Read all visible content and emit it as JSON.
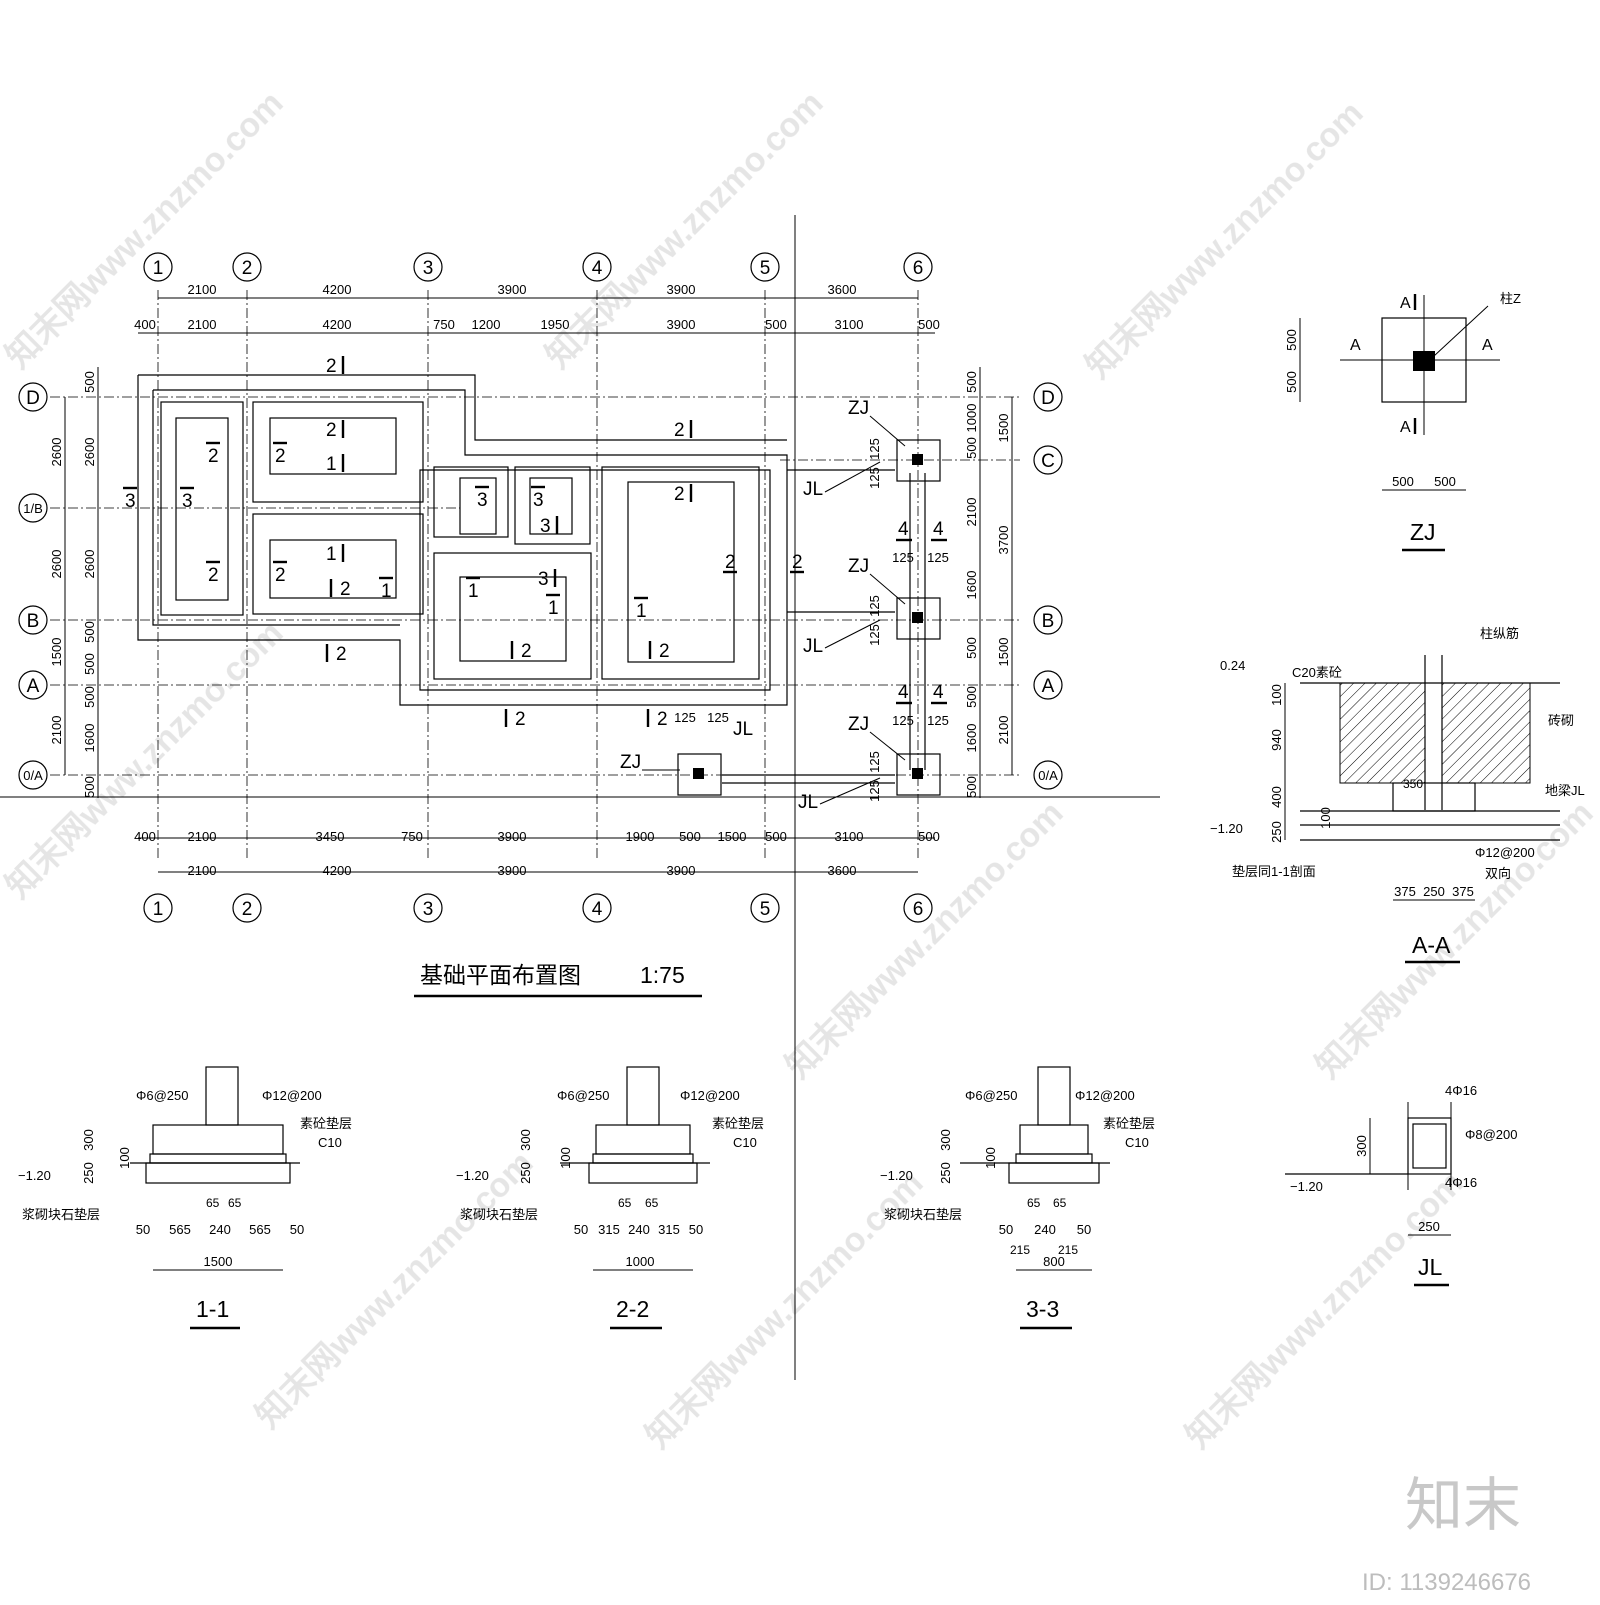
{
  "plan": {
    "title": "基础平面布置图",
    "scale": "1:75",
    "axes_x": [
      "1",
      "2",
      "3",
      "4",
      "5",
      "6"
    ],
    "axes_y": [
      "D",
      "C",
      "1/B",
      "B",
      "A",
      "0/A"
    ],
    "dims_top_outer": [
      "2100",
      "4200",
      "3900",
      "3900",
      "3600"
    ],
    "dims_top_inner": [
      "400",
      "2100",
      "4200",
      "750",
      "1200",
      "1950",
      "3900",
      "500",
      "3100",
      "500"
    ],
    "dims_bottom_inner": [
      "400",
      "2100",
      "3450",
      "750",
      "3900",
      "1900",
      "500",
      "1500",
      "500",
      "3100",
      "500"
    ],
    "dims_bottom_outer": [
      "2100",
      "4200",
      "3900",
      "3900",
      "3600"
    ],
    "dims_left_outer": [
      "2600",
      "2600",
      "1500",
      "2100"
    ],
    "dims_left_inner": [
      "500",
      "2600",
      "2600",
      "500",
      "500",
      "500",
      "1600",
      "500"
    ],
    "dims_right_inner": [
      "500",
      "1000",
      "500",
      "2100",
      "1600",
      "500",
      "500",
      "1600",
      "500"
    ],
    "dims_right_outer": [
      "1500",
      "3700",
      "1500",
      "2100"
    ],
    "labels": {
      "zj": "ZJ",
      "jl": "JL",
      "cut_marks": [
        "2",
        "1",
        "3",
        "4",
        "125"
      ]
    }
  },
  "zj_detail": {
    "title": "ZJ",
    "col_label": "柱Z",
    "section": "A",
    "dims_v": [
      "500",
      "500"
    ],
    "dims_h": [
      "500",
      "500"
    ]
  },
  "aa_detail": {
    "title": "A-A",
    "c20": "C20素砼",
    "rebar": "柱纵筋",
    "brick": "砖砌",
    "beam": "地梁JL",
    "bed": "垫层同1-1剖面",
    "rebar_spec": "Φ12@200",
    "two_way": "双向",
    "elev_top": "0.24",
    "elev_bottom": "−1.20",
    "dims_v": [
      "100",
      "940",
      "400",
      "100",
      "250"
    ],
    "dims_h": [
      "375",
      "250",
      "375"
    ],
    "dim_350": "350"
  },
  "sections": [
    {
      "title": "1-1",
      "stirrup": "Φ6@250",
      "rebar": "Φ12@200",
      "cushion": "素砼垫层",
      "grade": "C10",
      "stone": "浆砌块石垫层",
      "elev": "−1.20",
      "dims_v": [
        "300",
        "100",
        "250"
      ],
      "dims_top": [
        "65",
        "65"
      ],
      "dims_mid": [
        "50",
        "565",
        "240",
        "565",
        "50"
      ],
      "total": "1500"
    },
    {
      "title": "2-2",
      "stirrup": "Φ6@250",
      "rebar": "Φ12@200",
      "cushion": "素砼垫层",
      "grade": "C10",
      "stone": "浆砌块石垫层",
      "elev": "−1.20",
      "dims_v": [
        "300",
        "100",
        "250"
      ],
      "dims_top": [
        "65",
        "65"
      ],
      "dims_mid": [
        "50",
        "315",
        "240",
        "315",
        "50"
      ],
      "total": "1000"
    },
    {
      "title": "3-3",
      "stirrup": "Φ6@250",
      "rebar": "Φ12@200",
      "cushion": "素砼垫层",
      "grade": "C10",
      "stone": "浆砌块石垫层",
      "elev": "−1.20",
      "dims_v": [
        "300",
        "100",
        "250"
      ],
      "dims_top": [
        "65",
        "65"
      ],
      "dims_mid": [
        "50",
        "240",
        "50"
      ],
      "dims_low": [
        "215",
        "215"
      ],
      "total": "800"
    }
  ],
  "jl_detail": {
    "title": "JL",
    "top_bar": "4Φ16",
    "stirrup": "Φ8@200",
    "bottom_bar": "4Φ16",
    "height": "300",
    "width": "250",
    "elev": "−1.20"
  },
  "watermark": {
    "text": "知末网www.znzmo.com",
    "logo": "知末",
    "id": "ID: 1139246676"
  }
}
